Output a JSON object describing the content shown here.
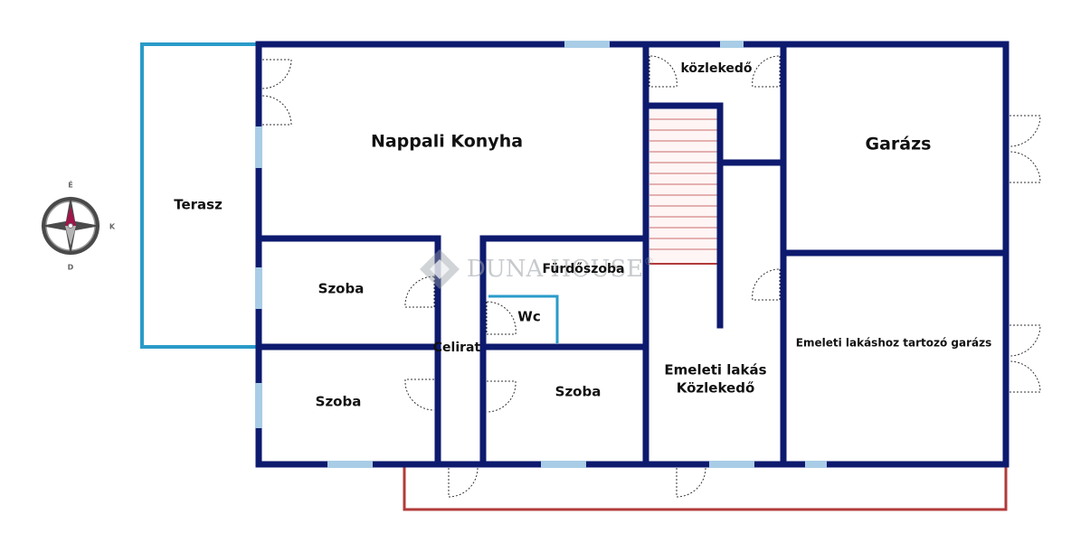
{
  "rooms": {
    "terasz": "Terasz",
    "nappali_konyha": "Nappali Konyha",
    "kozlekedo": "közlekedő",
    "garazs": "Garázs",
    "szoba_upper_left": "Szoba",
    "szoba_lower_left": "Szoba",
    "furdoszoba": "Fürdőszoba",
    "wc": "Wc",
    "szoba_middle": "Szoba",
    "celirat": "Celirat",
    "emeleti_lakas_line1": "Emeleti lakás",
    "emeleti_lakas_line2": "Közlekedő",
    "emeleti_garazs": "Emeleti lakáshoz tartozó garázs"
  },
  "compass": {
    "north": "É",
    "east": "K",
    "south": "D"
  },
  "watermark": {
    "brand": "DUNA HOUSE",
    "registered": "®"
  },
  "colors": {
    "wall": "#0d1a6e",
    "terrace_outline": "#2a9bc9",
    "boundary_outline": "#b23a3a",
    "window": "#a9cde6",
    "stair": "#c96a6a",
    "wc_partition": "#2a9bc9",
    "watermark": "#9aa0a6"
  }
}
